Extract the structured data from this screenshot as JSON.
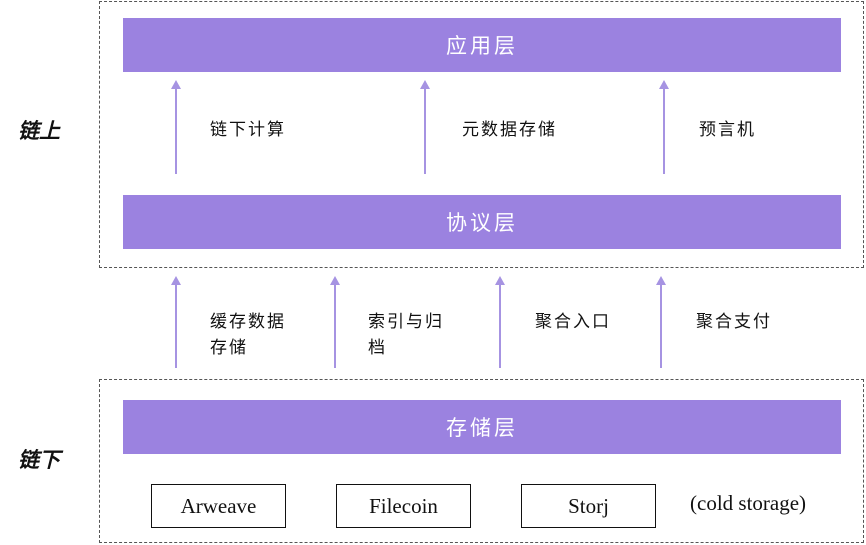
{
  "labels": {
    "on_chain": "链上",
    "off_chain": "链下"
  },
  "layers": {
    "application": "应用层",
    "protocol": "协议层",
    "storage": "存储层"
  },
  "upper_arrows": [
    "链下计算",
    "元数据存储",
    "预言机"
  ],
  "lower_arrows": [
    [
      "缓存数据",
      "存储"
    ],
    [
      "索引与归",
      "档"
    ],
    [
      "聚合入口"
    ],
    [
      "聚合支付"
    ]
  ],
  "storage_providers": [
    "Arweave",
    "Filecoin",
    "Storj"
  ],
  "storage_note": "(cold storage)",
  "colors": {
    "band": "#9b82e0",
    "arrow": "#a693e2"
  }
}
